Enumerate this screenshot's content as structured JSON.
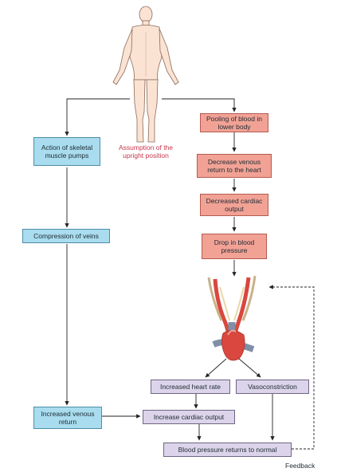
{
  "caption_upright": "Assumption of the upright position",
  "boxes": {
    "skeletal": "Action of skeletal muscle pumps",
    "compression": "Compression of veins",
    "venous_return": "Increased venous return",
    "pooling": "Pooling of blood in lower body",
    "decrease_venous": "Decrease venous return to the heart",
    "decreased_cardiac": "Decreased cardiac output",
    "drop_bp": "Drop in blood pressure",
    "heart_rate": "Increased heart rate",
    "vasoconstriction": "Vasoconstriction",
    "increase_cardiac": "Increase cardiac output",
    "bp_normal": "Blood pressure returns to normal"
  },
  "feedback_label": "Feedback",
  "colors": {
    "blue_box": "#a9dcee",
    "red_box": "#f2a295",
    "lavender_box": "#dcd4ea",
    "caption_red": "#c7364a",
    "artery_red": "#d9473f",
    "vein_blue": "#7f8fa8"
  }
}
